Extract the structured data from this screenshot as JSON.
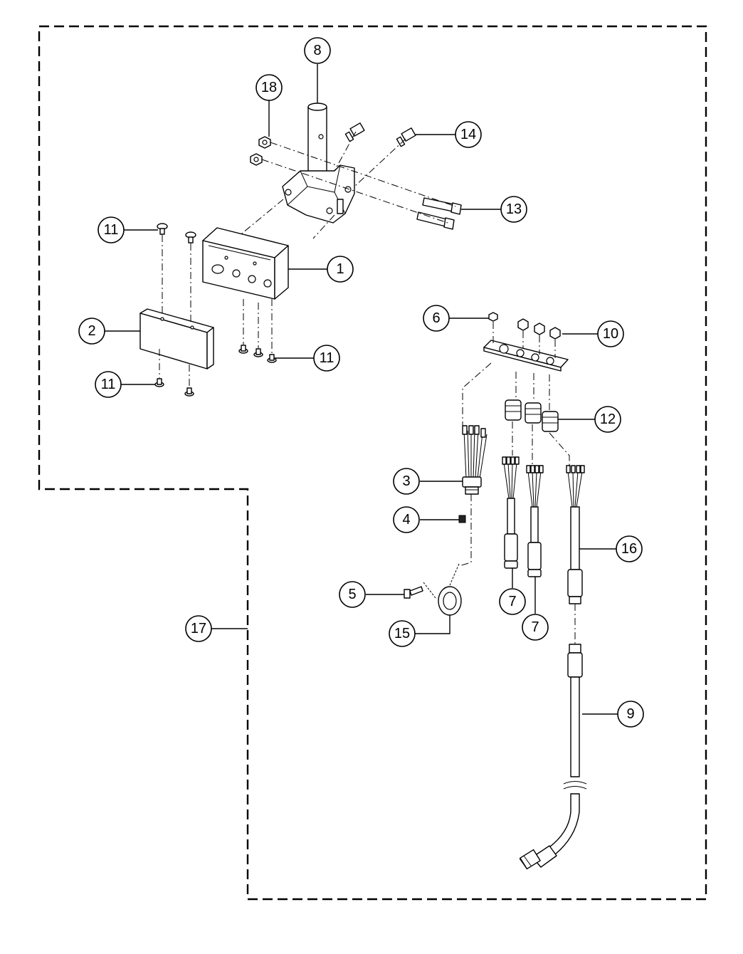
{
  "callouts": [
    {
      "id": "c1",
      "label": "1"
    },
    {
      "id": "c2",
      "label": "2"
    },
    {
      "id": "c3",
      "label": "3"
    },
    {
      "id": "c4",
      "label": "4"
    },
    {
      "id": "c5",
      "label": "5"
    },
    {
      "id": "c6",
      "label": "6"
    },
    {
      "id": "c7a",
      "label": "7"
    },
    {
      "id": "c7b",
      "label": "7"
    },
    {
      "id": "c8",
      "label": "8"
    },
    {
      "id": "c9",
      "label": "9"
    },
    {
      "id": "c10",
      "label": "10"
    },
    {
      "id": "c11a",
      "label": "11"
    },
    {
      "id": "c11b",
      "label": "11"
    },
    {
      "id": "c11c",
      "label": "11"
    },
    {
      "id": "c12",
      "label": "12"
    },
    {
      "id": "c13",
      "label": "13"
    },
    {
      "id": "c14",
      "label": "14"
    },
    {
      "id": "c15",
      "label": "15"
    },
    {
      "id": "c16",
      "label": "16"
    },
    {
      "id": "c17",
      "label": "17"
    },
    {
      "id": "c18",
      "label": "18"
    }
  ],
  "colors": {
    "line": "#000000",
    "background": "#ffffff"
  }
}
